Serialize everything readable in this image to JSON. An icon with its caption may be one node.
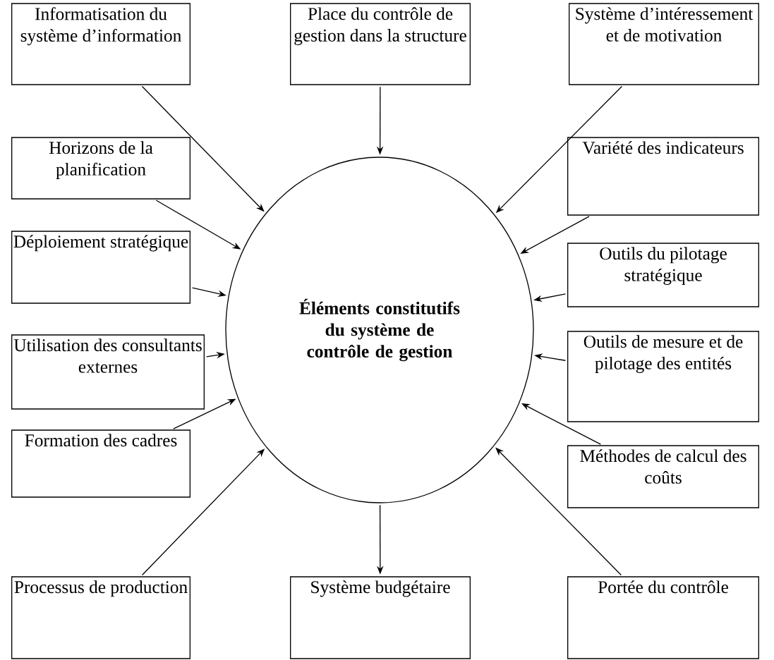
{
  "diagram": {
    "nodes": [
      {
        "text": [
          "Informatisation du système d’information"
        ]
      },
      {
        "text": [
          "Place du contrôle de gestion dans la structure"
        ]
      },
      {
        "text": [
          "Système d’intéressement et de motivation"
        ]
      },
      {
        "text": [
          "Horizons de la planification"
        ]
      },
      {
        "text": [
          "Variété des indicateurs"
        ]
      },
      {
        "text": [
          "Déploiement stratégique"
        ]
      },
      {
        "text": [
          "Outils du pilotage stratégique"
        ]
      },
      {
        "text": [
          "Utilisation des consultants externes"
        ]
      },
      {
        "text": [
          "Outils de mesure et de pilotage des entités"
        ]
      },
      {
        "text": [
          "Formation des cadres"
        ]
      },
      {
        "text": [
          "Méthodes de calcul des coûts"
        ]
      },
      {
        "text": [
          "Processus de production"
        ]
      },
      {
        "text": [
          "Système budgétaire"
        ]
      },
      {
        "text": [
          "Portée du contrôle"
        ]
      },
      {
        "text": [
          "Éléments constitutifs du système de contrôle de gestion"
        ]
      }
    ],
    "edges": [
      {
        "from": 0,
        "to": 14,
        "arrow": "to"
      },
      {
        "from": 1,
        "to": 14,
        "arrow": "to"
      },
      {
        "from": 2,
        "to": 14,
        "arrow": "to"
      },
      {
        "from": 3,
        "to": 14,
        "arrow": "to"
      },
      {
        "from": 4,
        "to": 14,
        "arrow": "to"
      },
      {
        "from": 5,
        "to": 14,
        "arrow": "to"
      },
      {
        "from": 6,
        "to": 14,
        "arrow": "to"
      },
      {
        "from": 7,
        "to": 14,
        "arrow": "to"
      },
      {
        "from": 8,
        "to": 14,
        "arrow": "to"
      },
      {
        "from": 9,
        "to": 14,
        "arrow": "to"
      },
      {
        "from": 10,
        "to": 14,
        "arrow": "to"
      },
      {
        "from": 11,
        "to": 14,
        "arrow": "to"
      },
      {
        "from": 14,
        "to": 12,
        "arrow": "to"
      },
      {
        "from": 13,
        "to": 14,
        "arrow": "to"
      }
    ]
  }
}
